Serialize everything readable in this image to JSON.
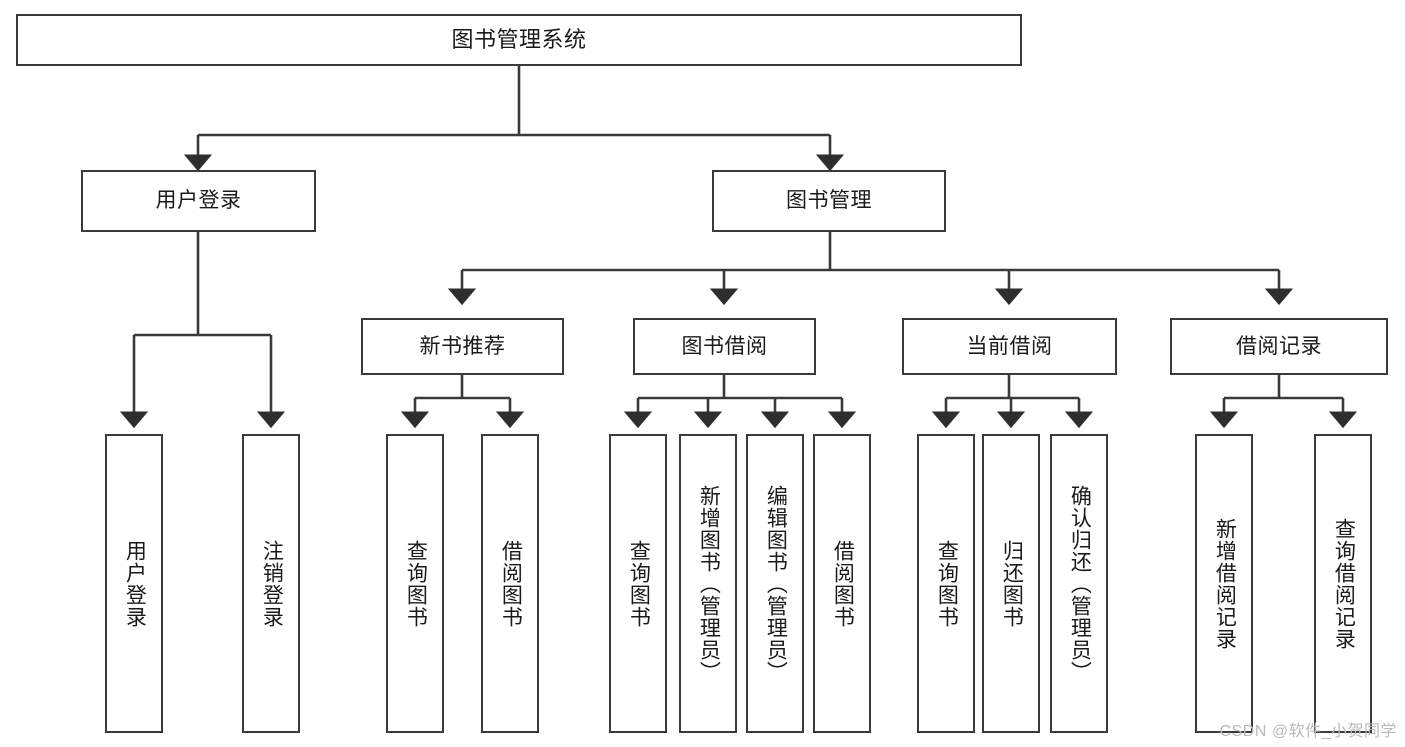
{
  "diagram": {
    "title": "图书管理系统",
    "style": {
      "box_border_color": "#3a3a3a",
      "box_fill_color": "#ffffff",
      "edge_color": "#3a3a3a",
      "text_color": "#1a1a1a",
      "background": "#ffffff",
      "watermark_color": "#b9b9b9"
    },
    "nodes": {
      "root": {
        "label": "图书管理系统"
      },
      "level2": [
        {
          "id": "login",
          "label": "用户登录"
        },
        {
          "id": "bookmgmt",
          "label": "图书管理"
        }
      ],
      "level3": [
        {
          "id": "newbook",
          "label": "新书推荐"
        },
        {
          "id": "borrow",
          "label": "图书借阅"
        },
        {
          "id": "current",
          "label": "当前借阅"
        },
        {
          "id": "records",
          "label": "借阅记录"
        }
      ],
      "leaves": {
        "login": [
          {
            "id": "user-login",
            "label": "用户登录"
          },
          {
            "id": "user-logout",
            "label": "注销登录"
          }
        ],
        "newbook": [
          {
            "id": "query-book-1",
            "label": "查询图书"
          },
          {
            "id": "borrow-book-1",
            "label": "借阅图书"
          }
        ],
        "borrow": [
          {
            "id": "query-book-2",
            "label": "查询图书"
          },
          {
            "id": "add-book",
            "label": "新增图书（管理员）"
          },
          {
            "id": "edit-book",
            "label": "编辑图书（管理员）"
          },
          {
            "id": "borrow-book-2",
            "label": "借阅图书"
          }
        ],
        "current": [
          {
            "id": "query-book-3",
            "label": "查询图书"
          },
          {
            "id": "return-book",
            "label": "归还图书"
          },
          {
            "id": "confirm-return",
            "label": "确认归还（管理员）"
          }
        ],
        "records": [
          {
            "id": "add-record",
            "label": "新增借阅记录"
          },
          {
            "id": "query-record",
            "label": "查询借阅记录"
          }
        ]
      }
    }
  },
  "watermark": {
    "text": "CSDN @软件_小贺同学"
  }
}
